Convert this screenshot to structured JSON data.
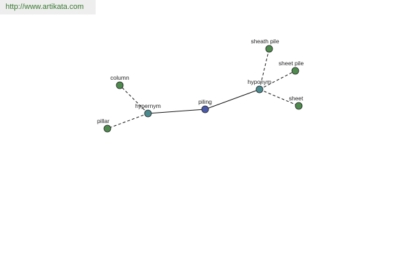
{
  "banner": {
    "url_text": "http://www.artikata.com"
  },
  "colors": {
    "center_node": "#4a5aa8",
    "relation_node": "#4a8a8e",
    "leaf_node": "#4f8a4f",
    "edge": "#111111",
    "banner_text": "#3a7a33",
    "banner_bg": "#eeeeee"
  },
  "graph": {
    "center": {
      "id": "piling",
      "label": "piling"
    },
    "relations": [
      {
        "id": "hypernym",
        "label": "hypernym",
        "children": [
          {
            "id": "column",
            "label": "column"
          },
          {
            "id": "pillar",
            "label": "pillar"
          }
        ]
      },
      {
        "id": "hyponym",
        "label": "hyponym",
        "children": [
          {
            "id": "sheath-pile",
            "label": "sheath pile"
          },
          {
            "id": "sheet-pile",
            "label": "sheet pile"
          },
          {
            "id": "sheet",
            "label": "sheet"
          }
        ]
      }
    ]
  }
}
